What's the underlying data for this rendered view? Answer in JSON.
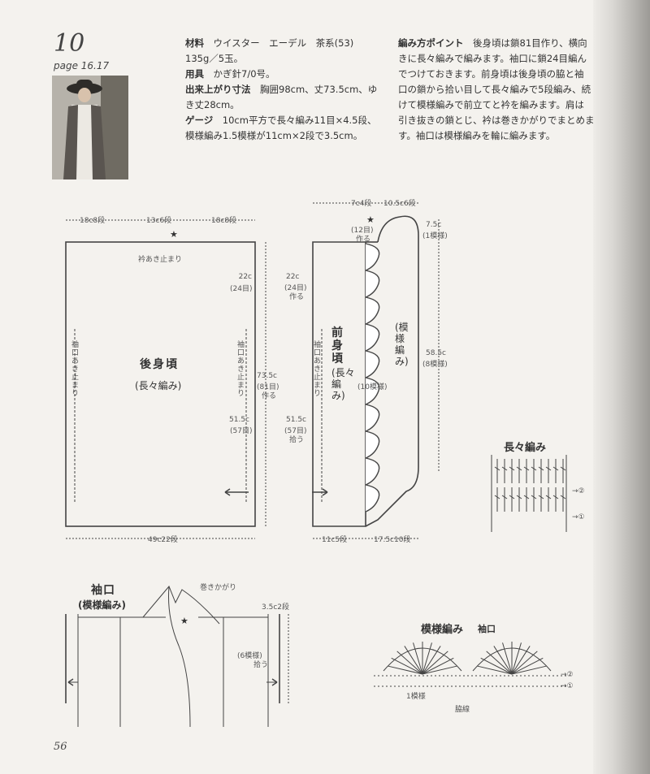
{
  "pattern": {
    "number": "10",
    "page_ref": "page 16.17"
  },
  "materials": {
    "label": "材料",
    "text1": "ウイスター　エーデル　茶系(53)",
    "text2": "135g／5玉。"
  },
  "tools": {
    "label": "用具",
    "text": "かぎ針7/0号。"
  },
  "finished": {
    "label": "出来上がり寸法",
    "text1": "胸囲98cm、丈73.5cm、ゆ",
    "text2": "き丈28cm。"
  },
  "gauge": {
    "label": "ゲージ",
    "text1": "10cm平方で長々編み11目×4.5段、",
    "text2": "模様編み1.5模様が11cm×2段で3.5cm。"
  },
  "points": {
    "label": "編み方ポイント",
    "line1": "後身頃は鎖81目作り、横向",
    "line2": "きに長々編みで編みます。袖口に鎖24目編ん",
    "line3": "でつけておきます。前身頃は後身頃の脇と袖",
    "line4": "口の鎖から拾い目して長々編みで5段編み、続",
    "line5": "けて模様編みで前立てと衿を編みます。肩は",
    "line6": "引き抜きの鎖とじ、衿は巻きかがりでまとめま",
    "line7": "す。袖口は模様編みを輪に編みます。"
  },
  "back": {
    "title": "後身頃",
    "stitch": "(長々編み)",
    "top_left": "18c",
    "top_left_rows": "8段",
    "top_mid": "13c",
    "top_mid_rows": "6段",
    "top_right": "18c",
    "top_right_rows": "8段",
    "neck": "衿あき止まり",
    "sleeve_left": "袖口あき止まり",
    "sleeve_right": "袖口あき止まり",
    "side_top": "22c",
    "side_top_rows": "(24目)",
    "total": "73.5c",
    "total_sts": "(81目)",
    "total_make": "作る",
    "side_bottom": "51.5c",
    "side_bottom_sts": "(57目)",
    "bottom": "49c",
    "bottom_rows": "22段"
  },
  "front": {
    "title": "前身頃",
    "stitch": "(長々編み)",
    "pattern": "(模様編み)",
    "top_left": "7c",
    "top_left_rows": "4段",
    "top_right": "10.5c",
    "top_right_rows": "6段",
    "star_sts": "(12目)",
    "star_make": "作る",
    "collar": "7.5c",
    "collar_rep": "(1模様)",
    "side_top": "22c",
    "side_top_sts": "(24目)",
    "side_top_make": "作る",
    "sleeve": "袖口あき止まり",
    "reps10": "(10模様)",
    "length": "58.5c",
    "length_rep": "(8模様)",
    "side_bottom": "51.5c",
    "side_bottom_sts": "(57目)",
    "side_bottom_pick": "拾う",
    "bottom_left": "11c",
    "bottom_left_rows": "5段",
    "bottom_right": "17.5c",
    "bottom_right_rows": "10段"
  },
  "cuff": {
    "title": "袖口",
    "stitch": "(模様編み)",
    "whip": "巻きかがり",
    "width": "3.5c",
    "width_rows": "2段",
    "reps": "(6模様)",
    "pick": "拾う"
  },
  "legend_tr": {
    "title": "長々編み",
    "row2": "②",
    "row1": "①"
  },
  "legend_pat": {
    "title": "模様編み",
    "subtitle": "袖口",
    "one_rep": "1模様",
    "side_line": "脇線",
    "row2": "②",
    "row1": "①"
  },
  "folio": "56",
  "colors": {
    "ink": "#333333",
    "paper": "#f4f2ee"
  }
}
